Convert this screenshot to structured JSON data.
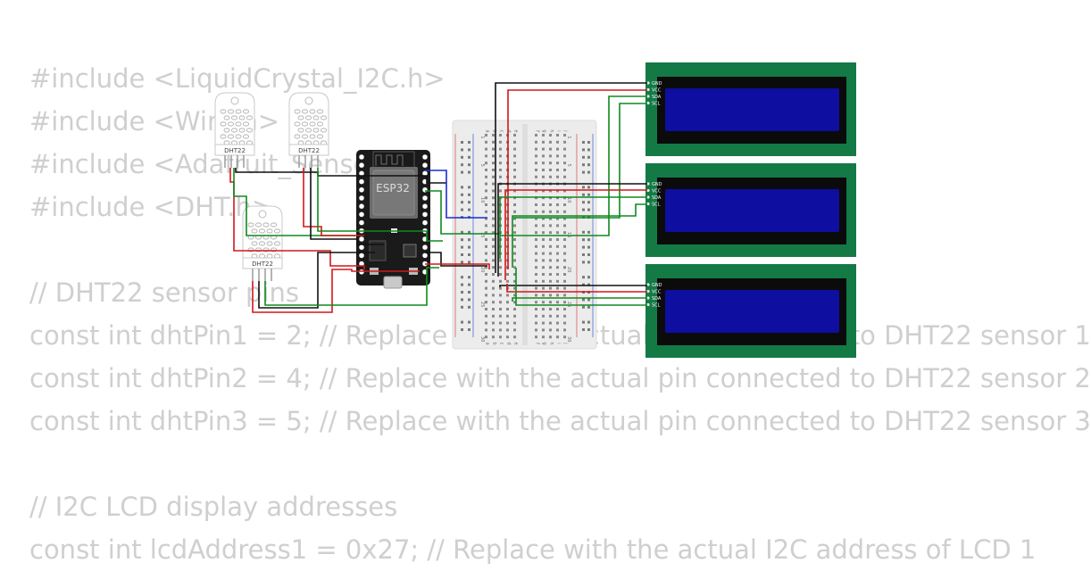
{
  "code_lines": [
    "#include <LiquidCrystal_I2C.h>",
    "#include <Wire.h>",
    "#include <Adafruit_Sensor.h>",
    "#include <DHT.h>",
    "",
    "// DHT22 sensor pins",
    "const int dhtPin1 = 2; // Replace with the actual pin connected to DHT22 sensor 1",
    "const int dhtPin2 = 4; // Replace with the actual pin connected to DHT22 sensor 2",
    "const int dhtPin3 = 5; // Replace with the actual pin connected to DHT22 sensor 3",
    "",
    "// I2C LCD display addresses",
    "const int lcdAddress1 = 0x27; // Replace with the actual I2C address of LCD 1"
  ],
  "board": {
    "label": "ESP32"
  },
  "sensors": [
    {
      "label": "DHT22"
    },
    {
      "label": "DHT22"
    },
    {
      "label": "DHT22"
    }
  ],
  "lcd_pin_labels": [
    "GND",
    "VCC",
    "SDA",
    "SCL"
  ],
  "breadboard": {
    "row_numbers": [
      "1",
      "5",
      "10",
      "15",
      "20",
      "25",
      "30"
    ],
    "column_letters": [
      "a",
      "b",
      "c",
      "d",
      "e",
      "f",
      "g",
      "h",
      "i",
      "j"
    ]
  },
  "colors": {
    "code_text": "#cfcfcf",
    "wire_black": "#111111",
    "wire_red": "#d01818",
    "wire_green": "#0e8a1e",
    "wire_blue": "#1a2fcf",
    "lcd_pcb": "#137a45",
    "lcd_screen": "#0e0ea0",
    "esp32_board": "#1a1a1a"
  }
}
